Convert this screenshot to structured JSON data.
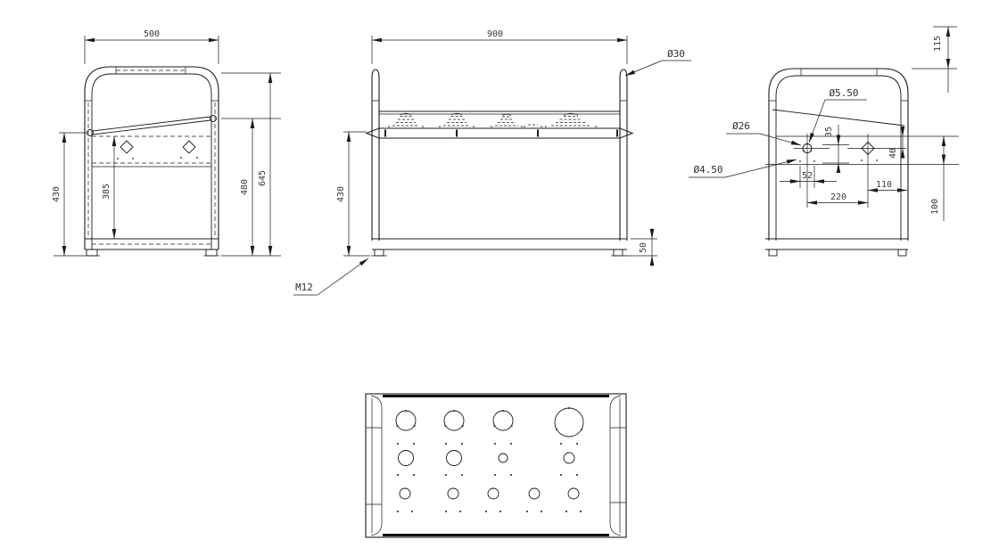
{
  "drawing": {
    "front": {
      "w500": "500",
      "h430": "430",
      "h385": "385",
      "h480": "480",
      "h645": "645"
    },
    "long": {
      "w900": "900",
      "dia30": "Ø30",
      "h430": "430",
      "h50": "50",
      "m12": "M12"
    },
    "short": {
      "dia550": "Ø5.50",
      "dia26": "Ø26",
      "dia450": "Ø4.50",
      "d115": "115",
      "d35": "35",
      "d40": "40",
      "d52": "52",
      "d110": "110",
      "d220": "220",
      "d100": "100"
    }
  }
}
